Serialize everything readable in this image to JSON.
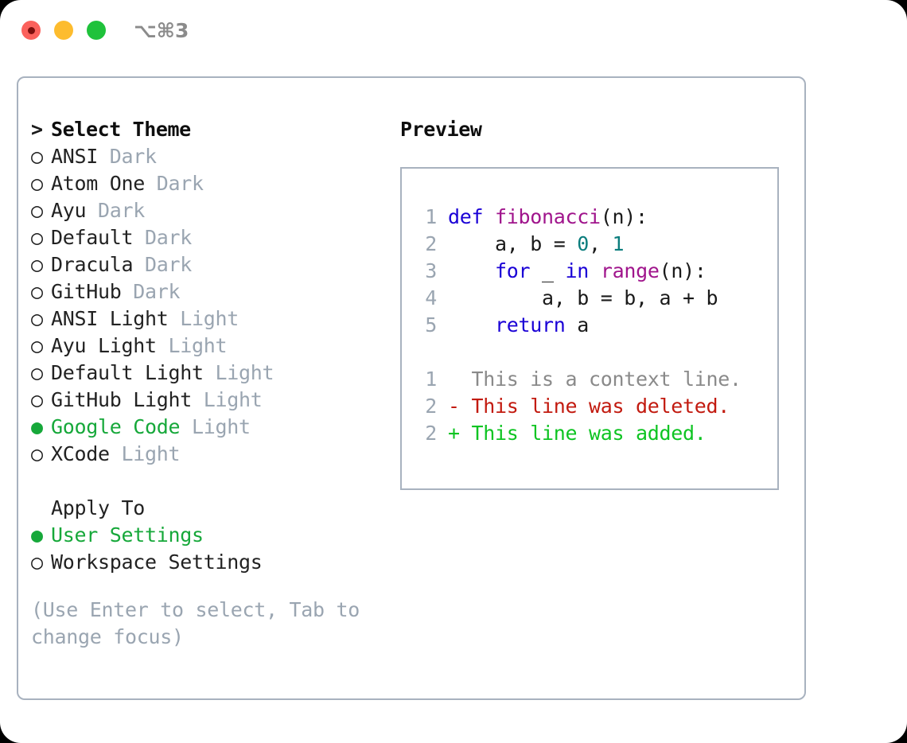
{
  "window": {
    "shortcut_label": "⌥⌘3",
    "traffic_lights": [
      "close",
      "minimize",
      "zoom"
    ]
  },
  "theme_picker": {
    "title": "Select Theme",
    "cursor_glyph": ">",
    "radio_unselected_glyph": "○",
    "radio_selected_glyph": "●",
    "accent_color": "#16a83a",
    "muted_color": "#9aa5b1",
    "items": [
      {
        "label": "ANSI",
        "suffix": "Dark",
        "selected": false
      },
      {
        "label": "Atom One",
        "suffix": "Dark",
        "selected": false
      },
      {
        "label": "Ayu",
        "suffix": "Dark",
        "selected": false
      },
      {
        "label": "Default",
        "suffix": "Dark",
        "selected": false
      },
      {
        "label": "Dracula",
        "suffix": "Dark",
        "selected": false
      },
      {
        "label": "GitHub",
        "suffix": "Dark",
        "selected": false
      },
      {
        "label": "ANSI Light",
        "suffix": "Light",
        "selected": false
      },
      {
        "label": "Ayu Light",
        "suffix": "Light",
        "selected": false
      },
      {
        "label": "Default Light",
        "suffix": "Light",
        "selected": false
      },
      {
        "label": "GitHub Light",
        "suffix": "Light",
        "selected": false
      },
      {
        "label": "Google Code",
        "suffix": "Light",
        "selected": true
      },
      {
        "label": "XCode",
        "suffix": "Light",
        "selected": false
      }
    ]
  },
  "apply_to": {
    "title": "Apply To",
    "options": [
      {
        "label": "User Settings",
        "selected": true
      },
      {
        "label": "Workspace Settings",
        "selected": false
      }
    ]
  },
  "hint": "(Use Enter to select, Tab to change focus)",
  "preview": {
    "title": "Preview",
    "code_lines": [
      {
        "number": "1",
        "tokens": [
          {
            "text": "def ",
            "kind": "kw"
          },
          {
            "text": "fibonacci",
            "kind": "fn"
          },
          {
            "text": "(n):",
            "kind": "plain"
          }
        ]
      },
      {
        "number": "2",
        "tokens": [
          {
            "text": "    a, b = ",
            "kind": "plain"
          },
          {
            "text": "0",
            "kind": "num"
          },
          {
            "text": ", ",
            "kind": "plain"
          },
          {
            "text": "1",
            "kind": "num"
          }
        ]
      },
      {
        "number": "3",
        "tokens": [
          {
            "text": "    ",
            "kind": "plain"
          },
          {
            "text": "for",
            "kind": "kw"
          },
          {
            "text": " _ ",
            "kind": "plain"
          },
          {
            "text": "in",
            "kind": "kw"
          },
          {
            "text": " ",
            "kind": "plain"
          },
          {
            "text": "range",
            "kind": "fn"
          },
          {
            "text": "(n):",
            "kind": "plain"
          }
        ]
      },
      {
        "number": "4",
        "tokens": [
          {
            "text": "        a, b = b, a + b",
            "kind": "plain"
          }
        ]
      },
      {
        "number": "5",
        "tokens": [
          {
            "text": "    ",
            "kind": "plain"
          },
          {
            "text": "return",
            "kind": "kw"
          },
          {
            "text": " a",
            "kind": "plain"
          }
        ]
      }
    ],
    "diff_lines": [
      {
        "number": "1",
        "marker": " ",
        "text": "This is a context line.",
        "kind": "context"
      },
      {
        "number": "2",
        "marker": "-",
        "text": "This line was deleted.",
        "kind": "del"
      },
      {
        "number": "2",
        "marker": "+",
        "text": "This line was added.",
        "kind": "add"
      }
    ],
    "syntax_colors": {
      "keyword": "#1a00d6",
      "function": "#a0158c",
      "number": "#0b7d7d",
      "plain": "#1a1a1a",
      "lineno": "#9aa5b1",
      "diff_context": "#8a8a8a",
      "diff_deleted": "#c21a0f",
      "diff_added": "#0ec422"
    }
  }
}
